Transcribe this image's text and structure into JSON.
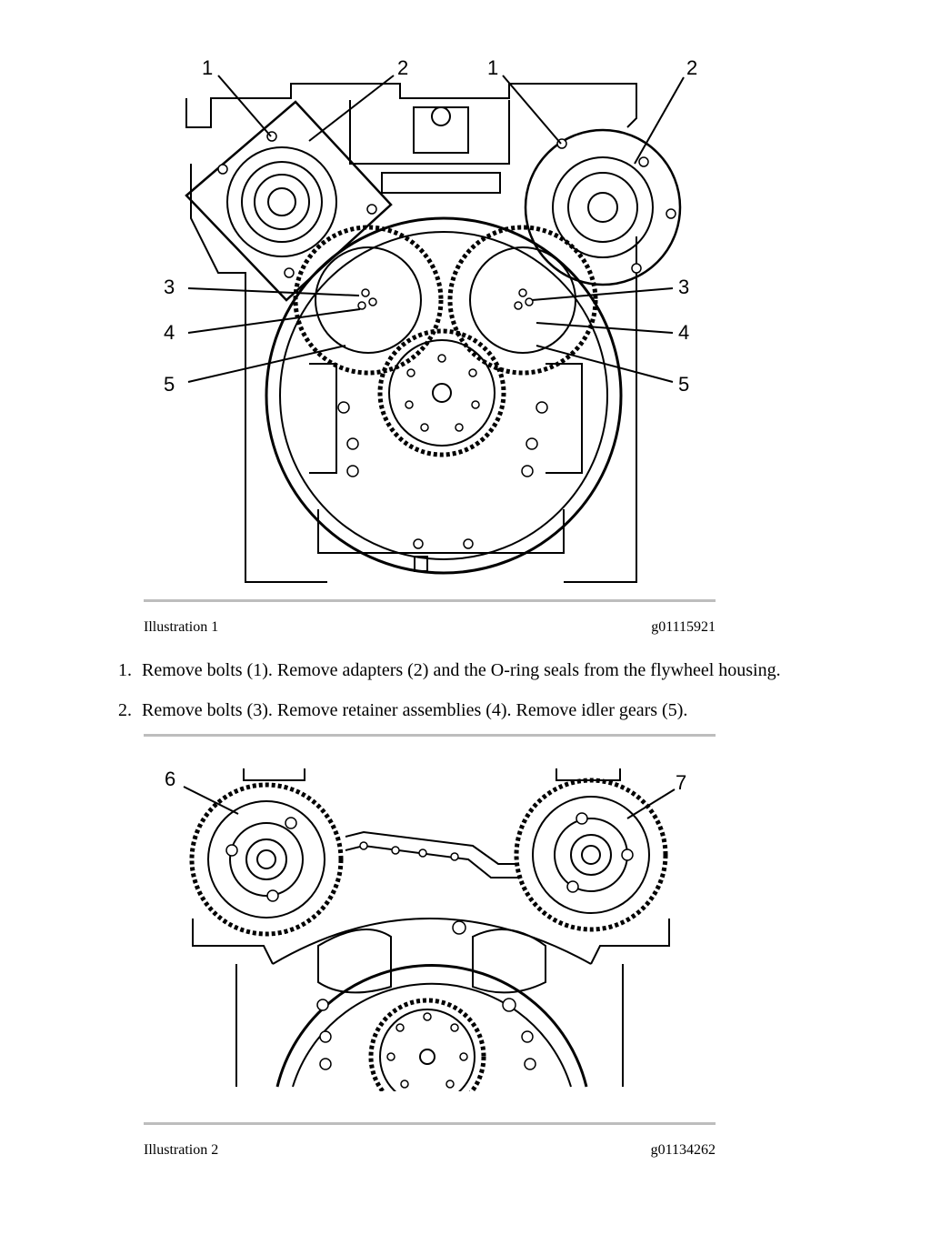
{
  "illustration1": {
    "caption": "Illustration 1",
    "code": "g01115921",
    "callouts": {
      "c1a": "1",
      "c2a": "2",
      "c1b": "1",
      "c2b": "2",
      "c3a": "3",
      "c3b": "3",
      "c4a": "4",
      "c4b": "4",
      "c5a": "5",
      "c5b": "5"
    }
  },
  "steps": [
    {
      "num": "1.",
      "text": "Remove bolts (1). Remove adapters (2) and the O-ring seals from the flywheel housing."
    },
    {
      "num": "2.",
      "text": "Remove bolts (3). Remove retainer assemblies (4). Remove idler gears (5)."
    }
  ],
  "illustration2": {
    "caption": "Illustration 2",
    "code": "g01134262",
    "callouts": {
      "c6": "6",
      "c7": "7"
    }
  }
}
